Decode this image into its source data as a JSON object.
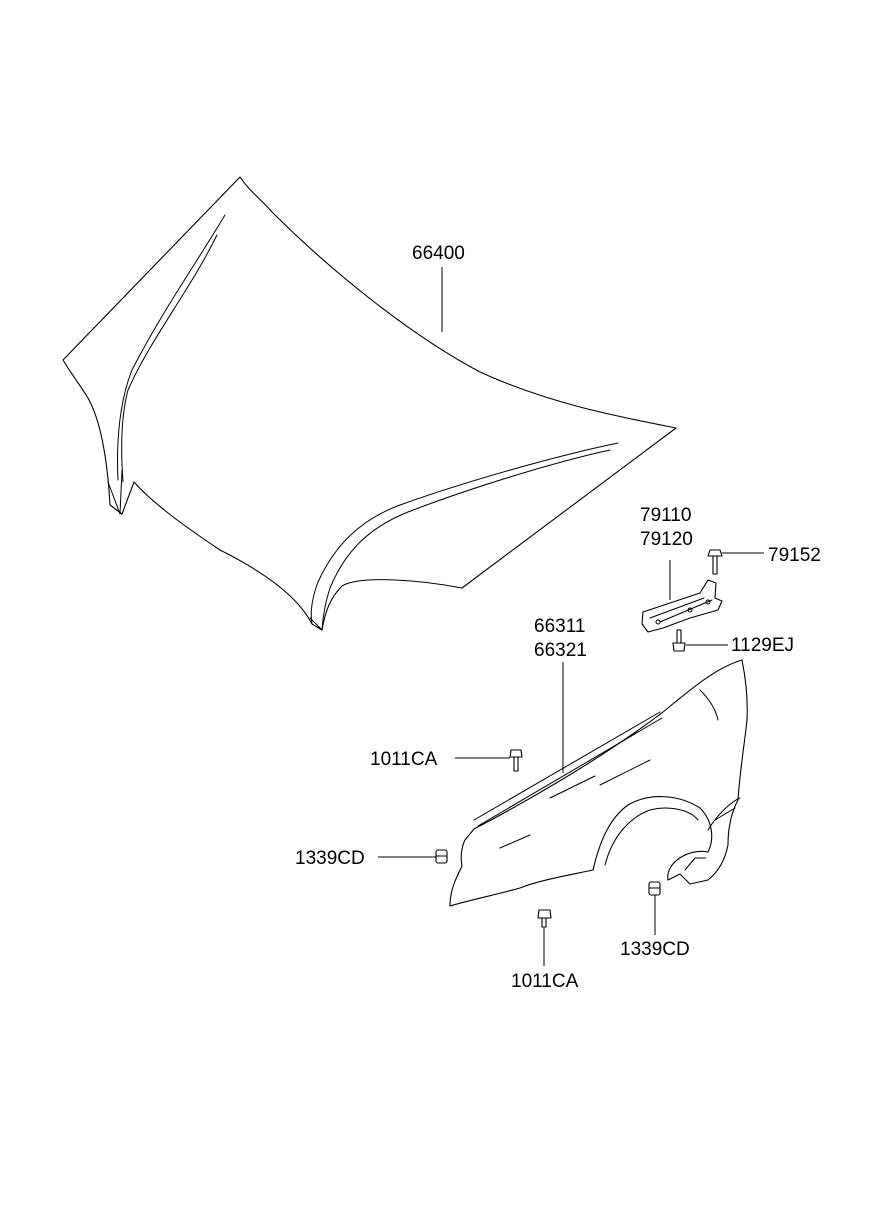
{
  "labels": {
    "hood": "66400",
    "hinge_1": "79110",
    "hinge_2": "79120",
    "hinge_bolt": "79152",
    "hinge_screw": "1129EJ",
    "fender_1": "66311",
    "fender_2": "66321",
    "fender_bolt_top": "1011CA",
    "fender_nut_left": "1339CD",
    "fender_bolt_bottom": "1011CA",
    "fender_nut_right": "1339CD"
  },
  "colors": {
    "line": "#000000",
    "background": "#ffffff"
  }
}
